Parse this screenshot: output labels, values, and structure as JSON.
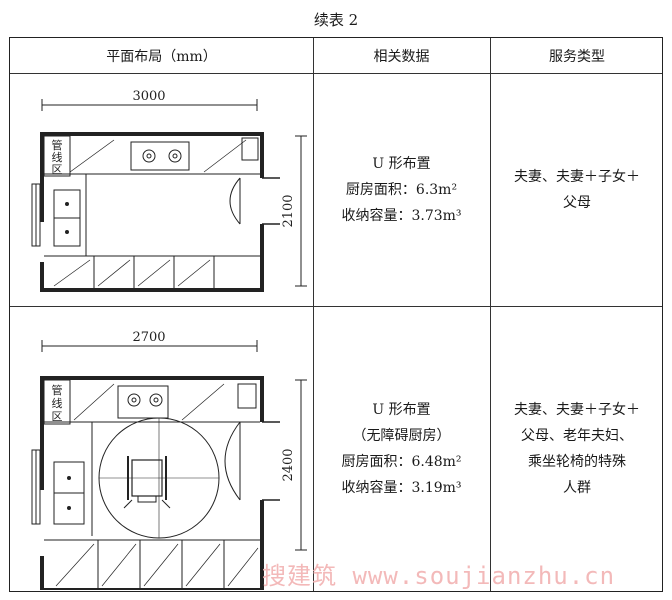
{
  "caption": "续表 2",
  "headers": {
    "layout": "平面布局（mm）",
    "data": "相关数据",
    "service": "服务类型"
  },
  "rows": [
    {
      "dim_width": "3000",
      "dim_depth": "2100",
      "pipe_label": [
        "管",
        "线",
        "区"
      ],
      "data_lines": [
        "U 形布置",
        "厨房面积：6.3m²",
        "收纳容量：3.73m³"
      ],
      "service_lines": [
        "夫妻、夫妻＋子女＋",
        "父母"
      ]
    },
    {
      "dim_width": "2700",
      "dim_depth": "2400",
      "pipe_label": [
        "管",
        "线",
        "区"
      ],
      "data_lines": [
        "U 形布置",
        "（无障碍厨房）",
        "厨房面积：6.48m²",
        "收纳容量：3.19m³"
      ],
      "service_lines": [
        "夫妻、夫妻＋子女＋",
        "父母、老年夫妇、",
        "乘坐轮椅的特殊",
        "人群"
      ]
    }
  ],
  "watermark": "搜建筑 www.soujianzhu.cn"
}
